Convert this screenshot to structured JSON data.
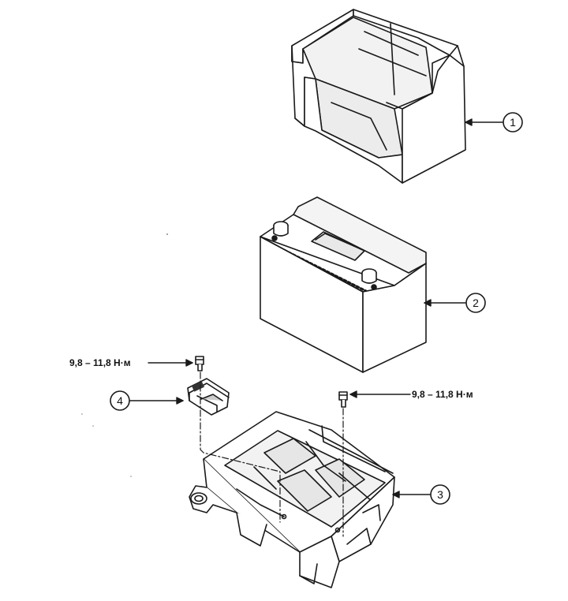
{
  "callouts": {
    "c1": "1",
    "c2": "2",
    "c3": "3",
    "c4": "4"
  },
  "torque": {
    "left": "9,8 – 11,8 Н·м",
    "right": "9,8 – 11,8 Н·м"
  },
  "colors": {
    "line": "#1a1a1a",
    "fill": "#ffffff",
    "shade": "#e6e6e6",
    "dark": "#555555"
  }
}
